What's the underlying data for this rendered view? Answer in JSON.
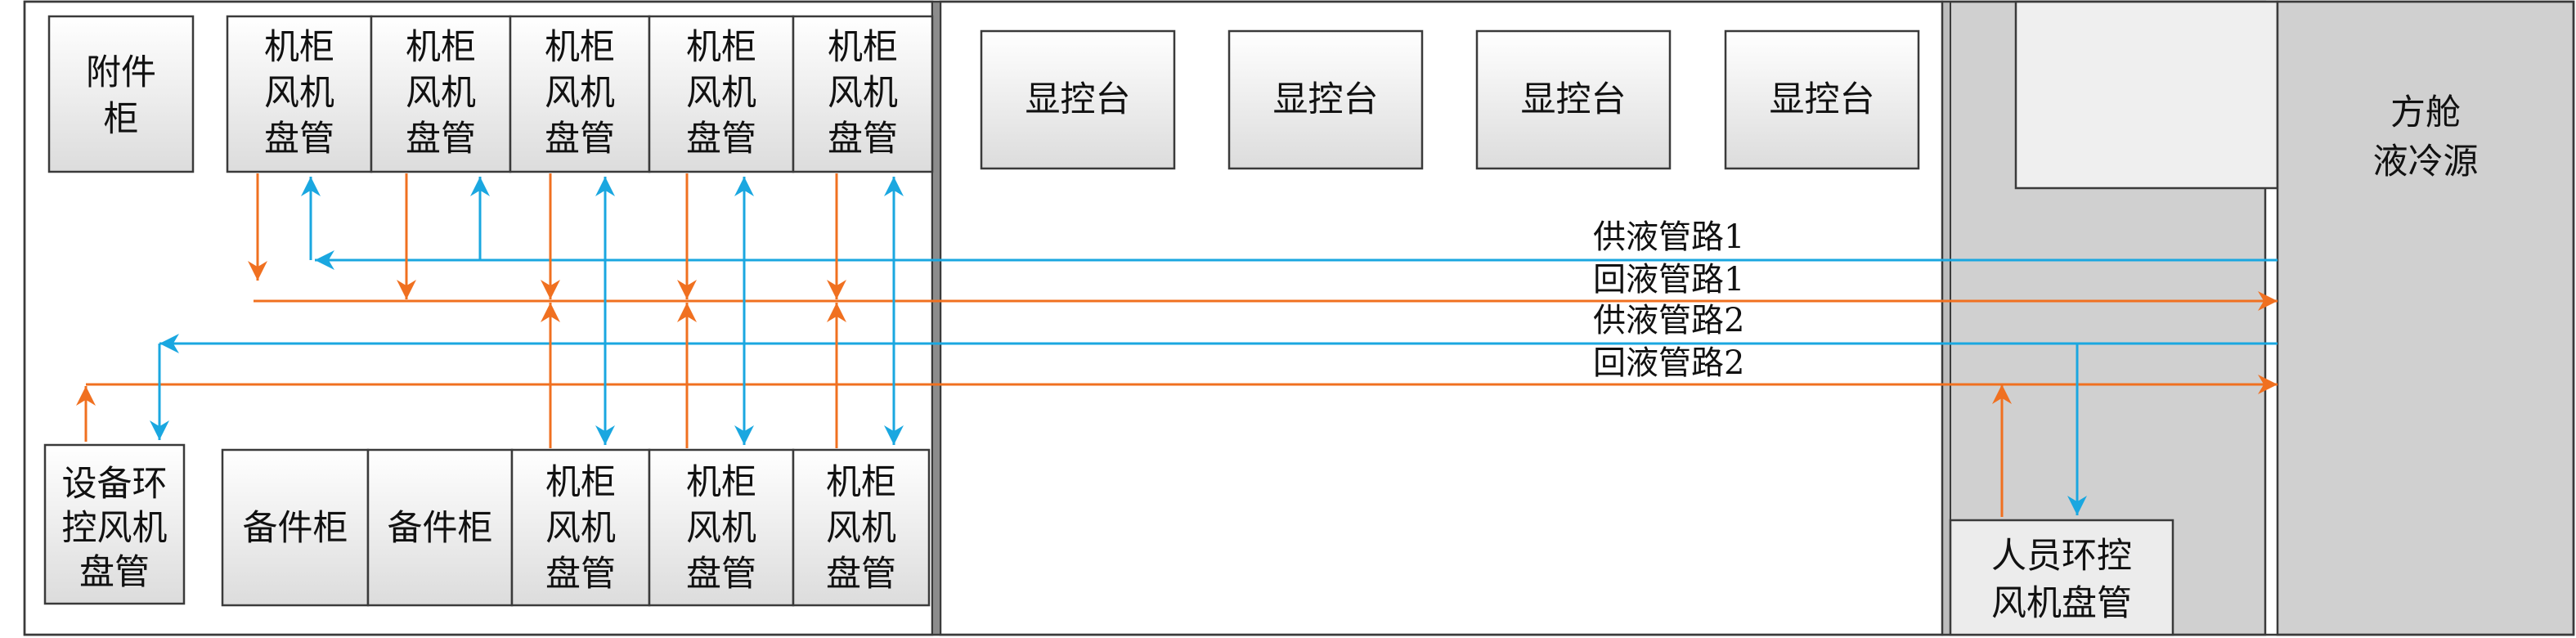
{
  "colors": {
    "supply": "#1aa7e0",
    "return": "#f07020",
    "zone_gray": "#d0d0d0",
    "box_fill_top": "#ffffff",
    "box_fill_bottom": "#dcdcdc"
  },
  "left_room": {
    "accessory_cabinet": [
      "附件",
      "柜"
    ],
    "top_fan_coils": [
      [
        "机柜",
        "风机",
        "盘管"
      ],
      [
        "机柜",
        "风机",
        "盘管"
      ],
      [
        "机柜",
        "风机",
        "盘管"
      ],
      [
        "机柜",
        "风机",
        "盘管"
      ],
      [
        "机柜",
        "风机",
        "盘管"
      ]
    ],
    "equipment_env_unit": [
      "设备环",
      "控风机",
      "盘管"
    ],
    "spare_cabinets": [
      "备件柜",
      "备件柜"
    ],
    "bottom_fan_coils": [
      [
        "机柜",
        "风机",
        "盘管"
      ],
      [
        "机柜",
        "风机",
        "盘管"
      ],
      [
        "机柜",
        "风机",
        "盘管"
      ]
    ]
  },
  "middle_room": {
    "consoles": [
      "显控台",
      "显控台",
      "显控台",
      "显控台"
    ]
  },
  "right_zone": {
    "cooling_source": [
      "方舱",
      "液冷源"
    ],
    "personnel_env_unit": [
      "人员环控",
      "风机盘管"
    ]
  },
  "pipes": {
    "supply_1": "供液管路1",
    "return_1": "回液管路1",
    "supply_2": "供液管路2",
    "return_2": "回液管路2"
  }
}
